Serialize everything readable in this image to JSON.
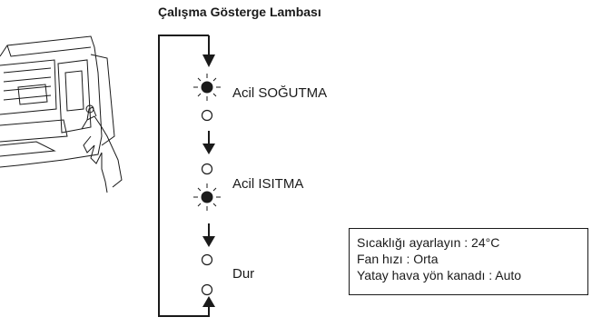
{
  "title": "Çalışma Gösterge Lambası",
  "modes": [
    {
      "label": "Acil SOĞUTMA",
      "lamps": [
        "blinking",
        "off"
      ]
    },
    {
      "label": "Acil ISITMA",
      "lamps": [
        "off",
        "blinking"
      ]
    },
    {
      "label": "Dur",
      "lamps": [
        "off",
        "off"
      ]
    }
  ],
  "settings": [
    "Sıcaklığı ayarlayın : 24°C",
    "Fan hızı : Orta",
    "Yatay hava yön kanadı : Auto"
  ]
}
